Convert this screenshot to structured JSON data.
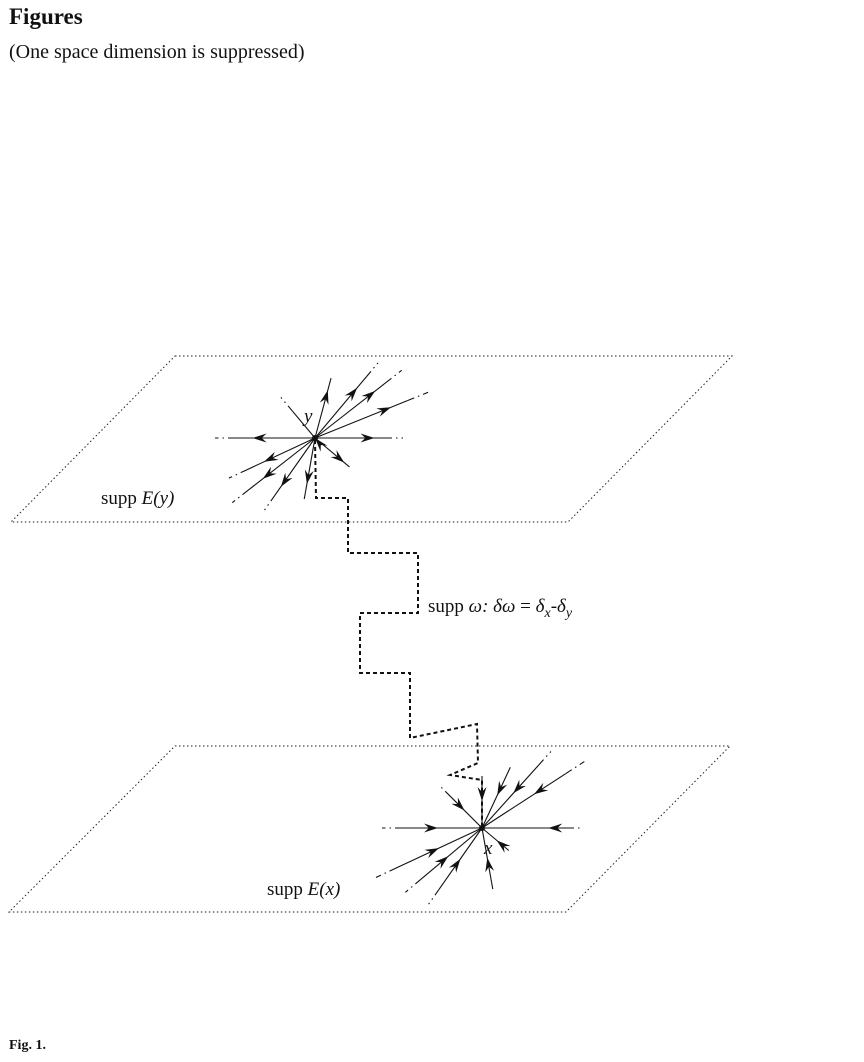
{
  "header": {
    "title": "Figures",
    "subtitle": "(One space dimension is suppressed)"
  },
  "caption": "Fig. 1.",
  "diagram": {
    "top_plane": {
      "point_label": "y",
      "support_prefix": "supp ",
      "support_func": "E(y)",
      "flow": "outward"
    },
    "bottom_plane": {
      "point_label": "x",
      "support_prefix": "supp ",
      "support_func": "E(x)",
      "flow": "inward"
    },
    "path_label": {
      "prefix": "supp ",
      "omega": "ω: ",
      "delta_omega": "δω",
      "equals": " = ",
      "delta_x_base": "δ",
      "delta_x_sub": "x",
      "minus": "-",
      "delta_y_base": "δ",
      "delta_y_sub": "y"
    }
  }
}
